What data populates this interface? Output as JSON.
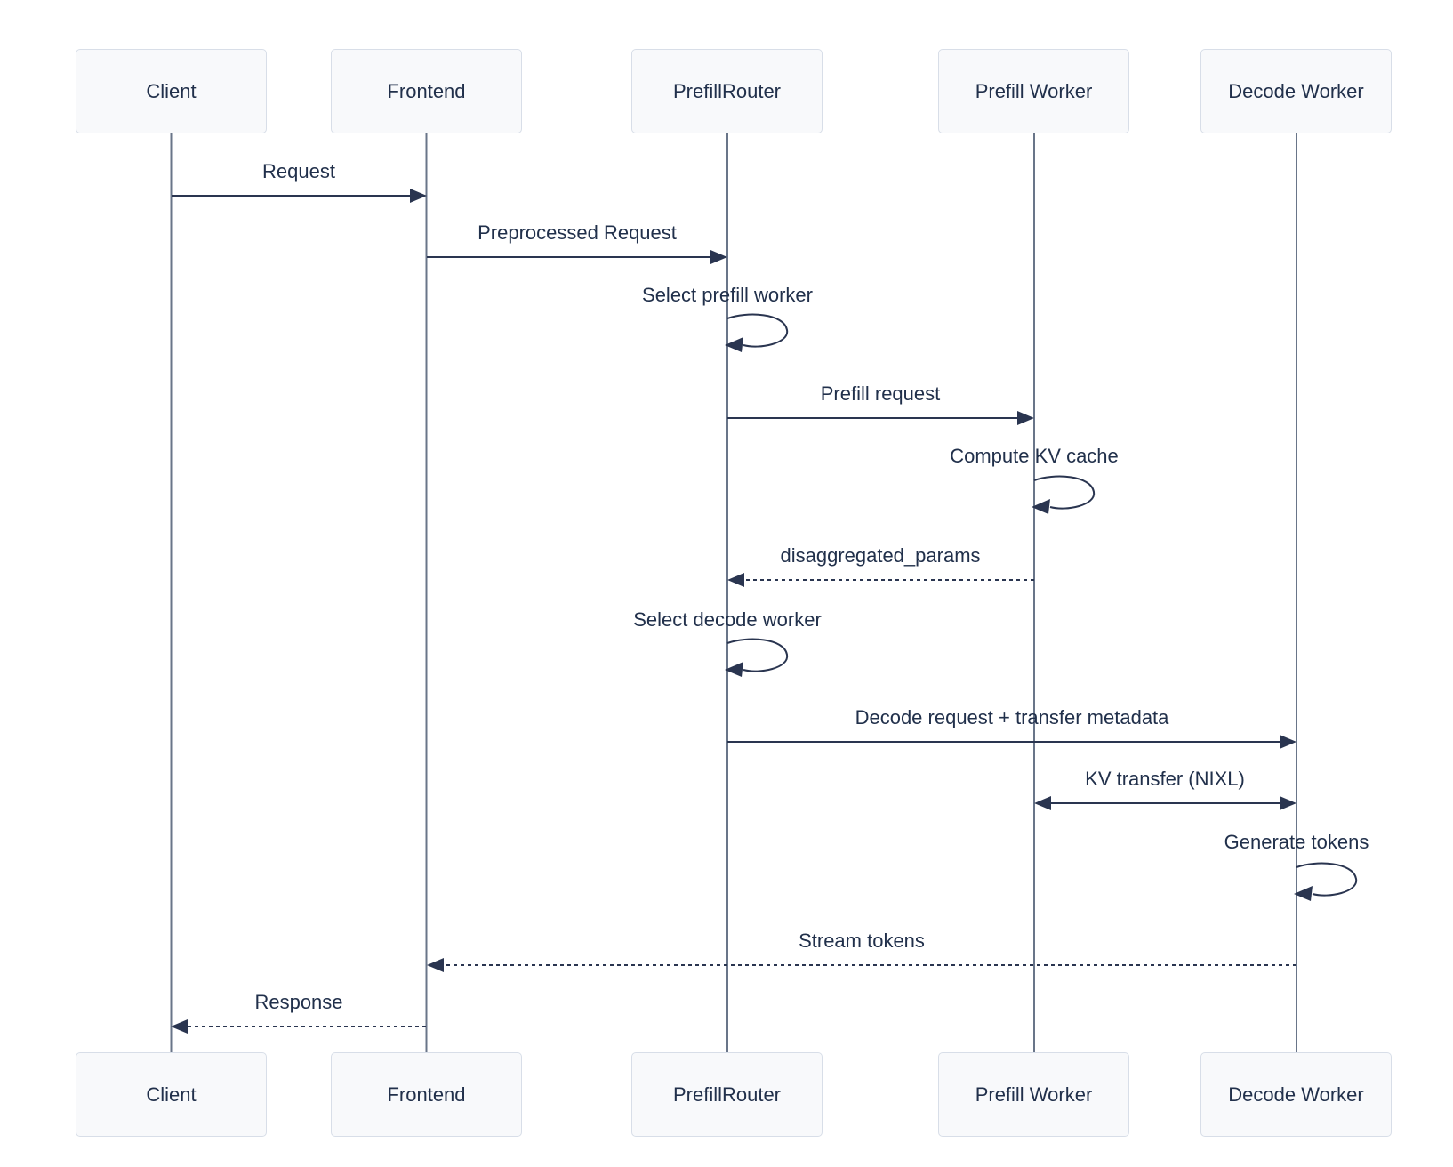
{
  "colors": {
    "background": "#ffffff",
    "actor_fill": "#f8f9fb",
    "actor_border": "#d8dee8",
    "text": "#21304b",
    "line": "#2a3550",
    "lifeline": "#697589"
  },
  "actors": [
    {
      "label": "Client"
    },
    {
      "label": "Frontend"
    },
    {
      "label": "PrefillRouter"
    },
    {
      "label": "Prefill Worker"
    },
    {
      "label": "Decode Worker"
    }
  ],
  "messages": [
    {
      "label": "Request",
      "from": "Client",
      "to": "Frontend",
      "line": "solid",
      "kind": "message"
    },
    {
      "label": "Preprocessed Request",
      "from": "Frontend",
      "to": "PrefillRouter",
      "line": "solid",
      "kind": "message"
    },
    {
      "label": "Select prefill worker",
      "from": "PrefillRouter",
      "to": "PrefillRouter",
      "line": "solid",
      "kind": "self"
    },
    {
      "label": "Prefill request",
      "from": "PrefillRouter",
      "to": "Prefill Worker",
      "line": "solid",
      "kind": "message"
    },
    {
      "label": "Compute KV cache",
      "from": "Prefill Worker",
      "to": "Prefill Worker",
      "line": "solid",
      "kind": "self"
    },
    {
      "label": "disaggregated_params",
      "from": "Prefill Worker",
      "to": "PrefillRouter",
      "line": "dashed",
      "kind": "message"
    },
    {
      "label": "Select decode worker",
      "from": "PrefillRouter",
      "to": "PrefillRouter",
      "line": "solid",
      "kind": "self"
    },
    {
      "label": "Decode request + transfer metadata",
      "from": "PrefillRouter",
      "to": "Decode Worker",
      "line": "solid",
      "kind": "message"
    },
    {
      "label": "KV transfer (NIXL)",
      "from": "Prefill Worker",
      "to": "Decode Worker",
      "line": "solid",
      "kind": "bidirectional"
    },
    {
      "label": "Generate tokens",
      "from": "Decode Worker",
      "to": "Decode Worker",
      "line": "solid",
      "kind": "self"
    },
    {
      "label": "Stream tokens",
      "from": "Decode Worker",
      "to": "Frontend",
      "line": "dashed",
      "kind": "message"
    },
    {
      "label": "Response",
      "from": "Frontend",
      "to": "Client",
      "line": "dashed",
      "kind": "message"
    }
  ]
}
